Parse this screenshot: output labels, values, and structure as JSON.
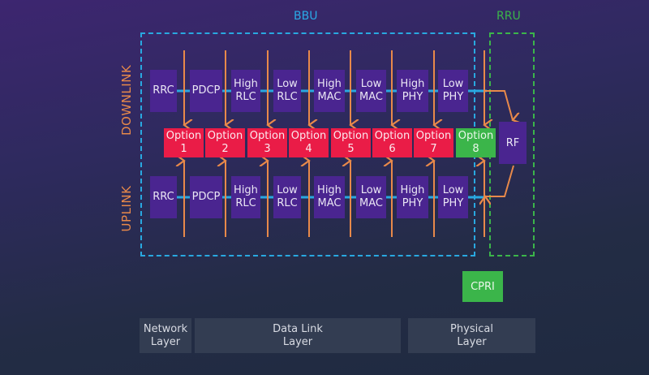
{
  "regions": {
    "bbu_label": "BBU",
    "rru_label": "RRU",
    "colors": {
      "bbu": "#29a8e0",
      "rru": "#3bb54a",
      "arrow": "#e8894a",
      "option": "#ea1c47",
      "option_highlight": "#3bb54a",
      "layer_box": "#4a2590"
    }
  },
  "directions": {
    "downlink": "DOWNLINK",
    "uplink": "UPLINK"
  },
  "downlink_layers": [
    {
      "l1": "RRC",
      "l2": ""
    },
    {
      "l1": "PDCP",
      "l2": ""
    },
    {
      "l1": "High",
      "l2": "RLC"
    },
    {
      "l1": "Low",
      "l2": "RLC"
    },
    {
      "l1": "High",
      "l2": "MAC"
    },
    {
      "l1": "Low",
      "l2": "MAC"
    },
    {
      "l1": "High",
      "l2": "PHY"
    },
    {
      "l1": "Low",
      "l2": "PHY"
    }
  ],
  "uplink_layers": [
    {
      "l1": "RRC",
      "l2": ""
    },
    {
      "l1": "PDCP",
      "l2": ""
    },
    {
      "l1": "High",
      "l2": "RLC"
    },
    {
      "l1": "Low",
      "l2": "RLC"
    },
    {
      "l1": "High",
      "l2": "MAC"
    },
    {
      "l1": "Low",
      "l2": "MAC"
    },
    {
      "l1": "High",
      "l2": "PHY"
    },
    {
      "l1": "Low",
      "l2": "PHY"
    }
  ],
  "options": [
    {
      "label": "Option",
      "num": "1"
    },
    {
      "label": "Option",
      "num": "2"
    },
    {
      "label": "Option",
      "num": "3"
    },
    {
      "label": "Option",
      "num": "4"
    },
    {
      "label": "Option",
      "num": "5"
    },
    {
      "label": "Option",
      "num": "6"
    },
    {
      "label": "Option",
      "num": "7"
    },
    {
      "label": "Option",
      "num": "8"
    }
  ],
  "rf": "RF",
  "cpri": "CPRI",
  "osi_layers": [
    {
      "l1": "Network",
      "l2": "Layer"
    },
    {
      "l1": "Data Link",
      "l2": "Layer"
    },
    {
      "l1": "Physical",
      "l2": "Layer"
    }
  ]
}
